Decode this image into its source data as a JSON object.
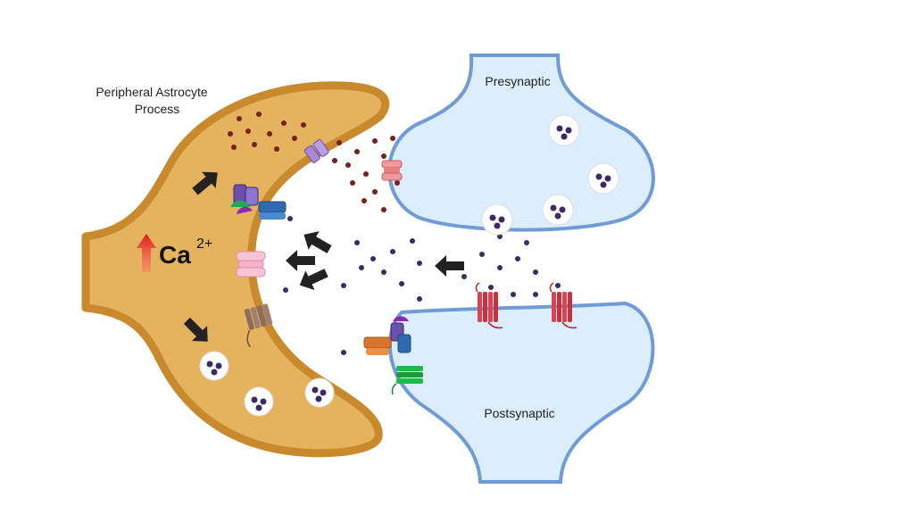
{
  "labels": {
    "astrocyte_line1": "Peripheral Astrocyte",
    "astrocyte_line2": "Process",
    "presynaptic": "Presynaptic",
    "postsynaptic": "Postsynaptic",
    "calcium_base": "Ca",
    "calcium_charge": "2+"
  },
  "icons": {
    "calcium_increase": "up-arrow-icon",
    "flow": "black-arrow-icon",
    "vesicle": "vesicle-icon",
    "receptor": "receptor-icon",
    "transporter": "transporter-icon",
    "channel": "channel-icon"
  },
  "colors": {
    "astrocyte_fill": "#E5B35E",
    "astrocyte_outline": "#C98A2E",
    "neuron_fill": "#DCEEFC",
    "neuron_outline": "#6F9CD6",
    "neurotransmitter": "#3B2A66",
    "gliotransmitter": "#7A1E1E",
    "receptor_red": "#E0424F",
    "calcium_arrow": "#E02020",
    "flow_arrow": "#222222"
  }
}
